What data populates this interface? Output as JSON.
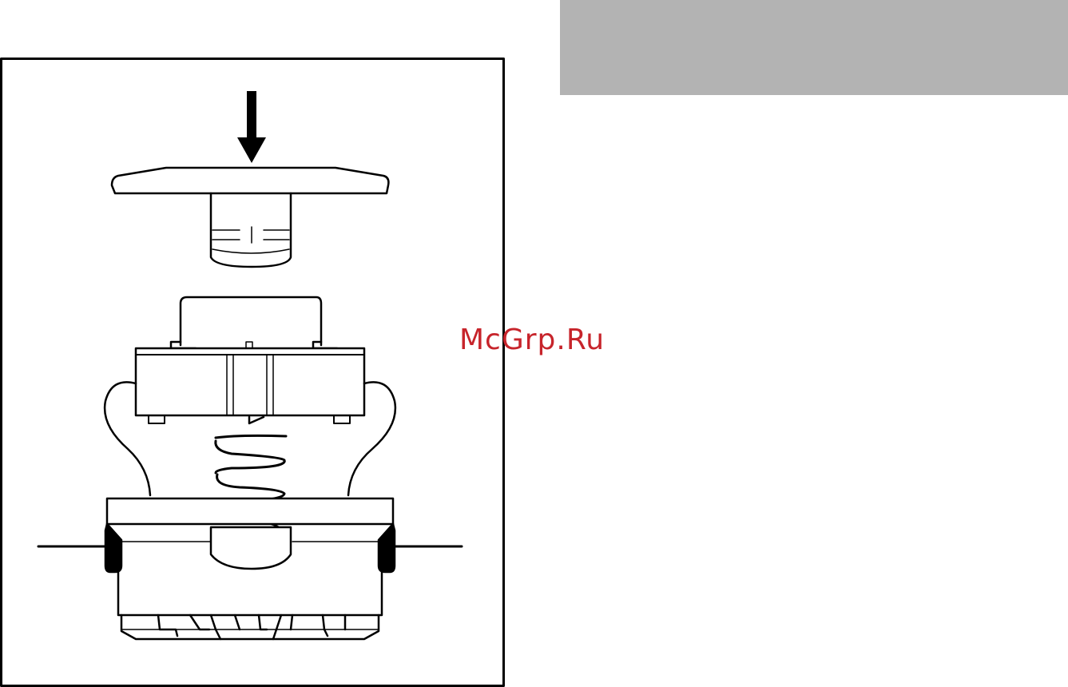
{
  "header": {
    "color": "#b3b3b3"
  },
  "illustration": {
    "parts": [
      "press-arrow",
      "cap",
      "switch-body",
      "spring",
      "base-housing",
      "wire-left",
      "wire-right"
    ],
    "line_color": "#000000"
  },
  "watermark": {
    "text": "McGrp.Ru",
    "color": "#c7242b"
  }
}
